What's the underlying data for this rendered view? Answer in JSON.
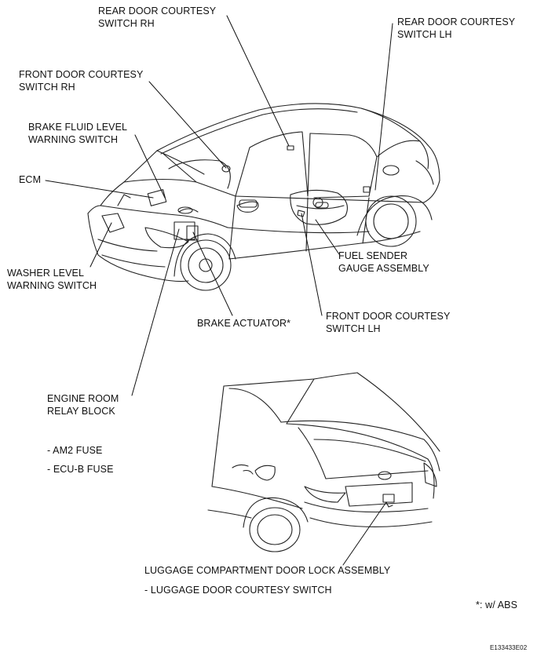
{
  "labels": {
    "rear_door_courtesy_rh": [
      "REAR DOOR COURTESY",
      "SWITCH RH"
    ],
    "rear_door_courtesy_lh": [
      "REAR DOOR COURTESY",
      "SWITCH LH"
    ],
    "front_door_courtesy_rh": [
      "FRONT DOOR COURTESY",
      "SWITCH RH"
    ],
    "brake_fluid_level": [
      "BRAKE FLUID LEVEL",
      "WARNING SWITCH"
    ],
    "ecm": "ECM",
    "washer_level": [
      "WASHER LEVEL",
      "WARNING SWITCH"
    ],
    "fuel_sender": [
      "FUEL SENDER",
      "GAUGE ASSEMBLY"
    ],
    "front_door_courtesy_lh": [
      "FRONT DOOR COURTESY",
      "SWITCH LH"
    ],
    "brake_actuator": "BRAKE ACTUATOR*",
    "engine_room_relay": [
      "ENGINE ROOM",
      "RELAY BLOCK"
    ],
    "am2_fuse": "- AM2 FUSE",
    "ecu_b_fuse": "- ECU-B FUSE",
    "luggage_lock": "LUGGAGE COMPARTMENT DOOR LOCK ASSEMBLY",
    "luggage_courtesy": "- LUGGAGE DOOR COURTESY SWITCH",
    "abs_note": "*: w/ ABS",
    "figure_code": "E133433E02"
  }
}
